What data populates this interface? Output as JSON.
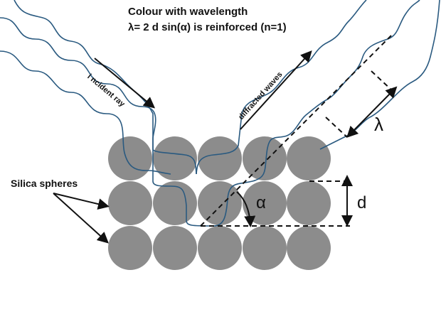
{
  "title_line1": "Colour with wavelength",
  "title_line2": "λ= 2 d sin(α) is reinforced (n=1)",
  "incident_label": "i ncident ray",
  "diffracted_label": "diffracted waves",
  "spheres_label": "Silica spheres",
  "lambda_label": "λ",
  "d_label": "d",
  "alpha_label": "α",
  "colors": {
    "sphere": "#8c8c8c",
    "wave": "#2a5a80",
    "ink": "#111111"
  }
}
